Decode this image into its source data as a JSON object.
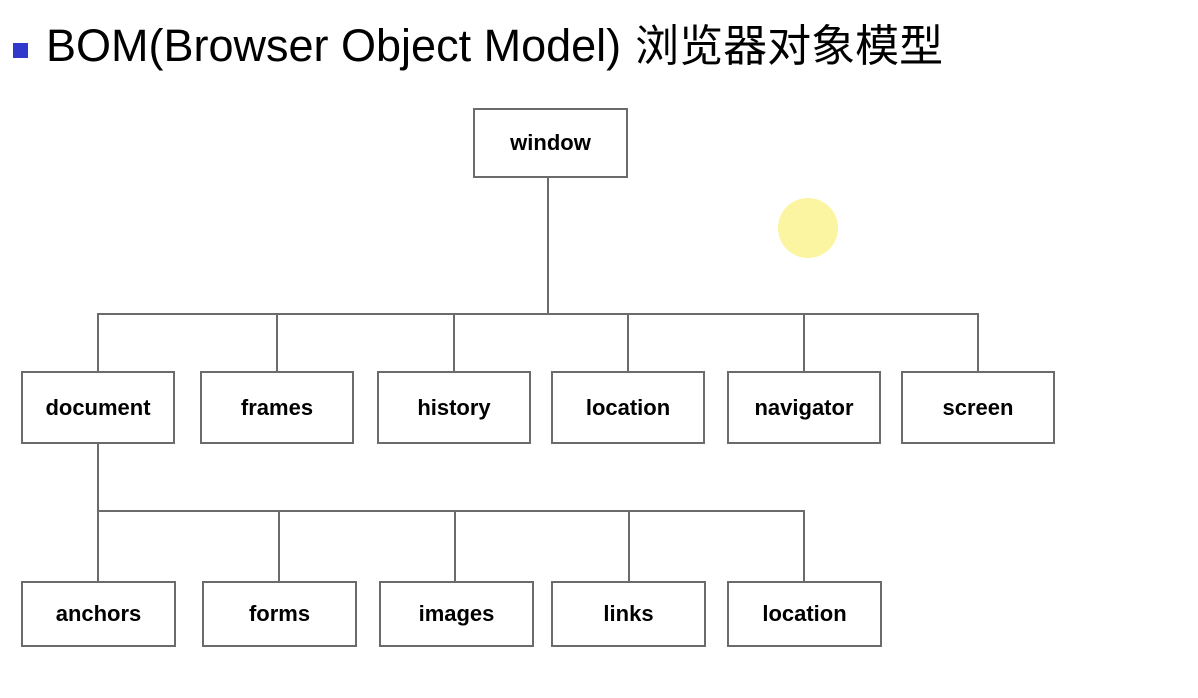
{
  "slide": {
    "title": {
      "bullet_color": "#3039cc",
      "latin": "BOM(Browser Object Model)",
      "cjk": " 浏览器对象模型"
    },
    "background_color": "#ffffff"
  },
  "diagram": {
    "type": "tree",
    "edge_color": "#6b6b6b",
    "box_border_color": "#6b6b6b",
    "box_fill_color": "#ffffff",
    "root": {
      "label": "window"
    },
    "level2": [
      {
        "label": "document"
      },
      {
        "label": "frames"
      },
      {
        "label": "history"
      },
      {
        "label": "location"
      },
      {
        "label": "navigator"
      },
      {
        "label": "screen"
      }
    ],
    "level3_parent": "document",
    "level3": [
      {
        "label": "anchors"
      },
      {
        "label": "forms"
      },
      {
        "label": "images"
      },
      {
        "label": "links"
      },
      {
        "label": "location"
      }
    ]
  },
  "annotations": {
    "highlight": {
      "shape": "circle",
      "color": "#fbf4a0"
    }
  }
}
